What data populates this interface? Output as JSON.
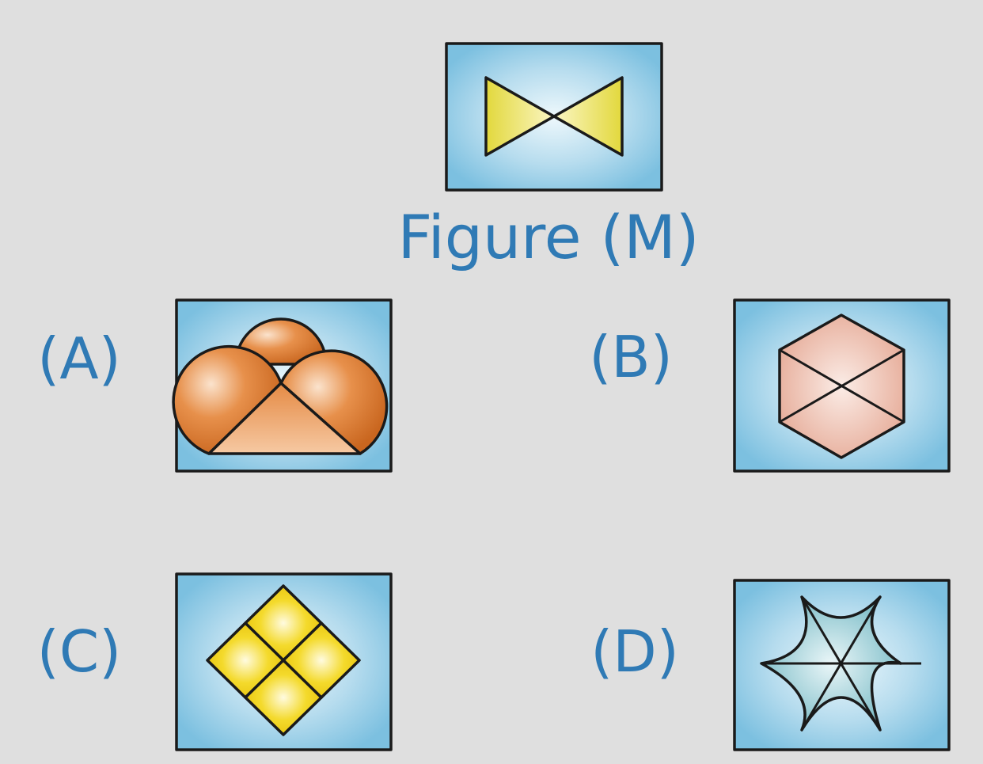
{
  "figure": {
    "title": "Figure (M)"
  },
  "options": [
    {
      "label": "(A)"
    },
    {
      "label": "(B)"
    },
    {
      "label": "(C)"
    },
    {
      "label": "(D)"
    }
  ],
  "colors": {
    "background": "#dfdfdf",
    "frame_fill": "#7cc0e0",
    "frame_center": "#eef8fc",
    "frame_border": "#1a1a1a",
    "label_text": "#2f7ab5",
    "bowtie_yellow": "#e6df55",
    "option_a_orange": "#d9782f",
    "option_b_peach": "#e8b39f",
    "option_c_yellow": "#f1d21c",
    "option_d_teal": "#87c3cc"
  }
}
